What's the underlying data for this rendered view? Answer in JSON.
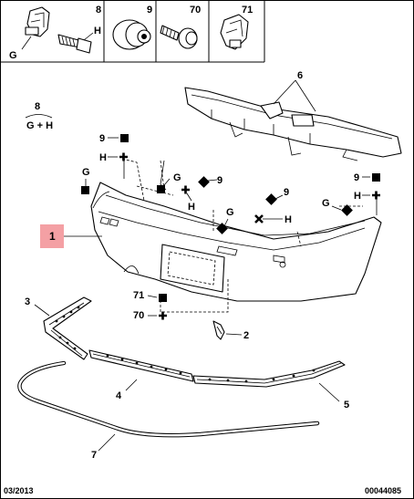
{
  "header_cells": [
    {
      "num": "8",
      "labels": [
        "G",
        "H"
      ]
    },
    {
      "num": "9",
      "labels": []
    },
    {
      "num": "70",
      "labels": []
    },
    {
      "num": "71",
      "labels": []
    }
  ],
  "ref8": {
    "num": "8",
    "sub": "G + H"
  },
  "callouts": {
    "c1": "1",
    "c2": "2",
    "c3": "3",
    "c4": "4",
    "c5": "5",
    "c6": "6",
    "c7": "7",
    "c9a": "9",
    "c9b": "9",
    "c9c": "9",
    "c9d": "9",
    "ha": "H",
    "hb": "H",
    "hc": "H",
    "hd": "H",
    "ga": "G",
    "gb": "G",
    "gc": "G",
    "gd": "G",
    "c71": "71",
    "c70": "70"
  },
  "footer": {
    "date": "03/2013",
    "ref": "00044085"
  },
  "colors": {
    "highlight": "#f4a0a4",
    "ink": "#000000"
  }
}
